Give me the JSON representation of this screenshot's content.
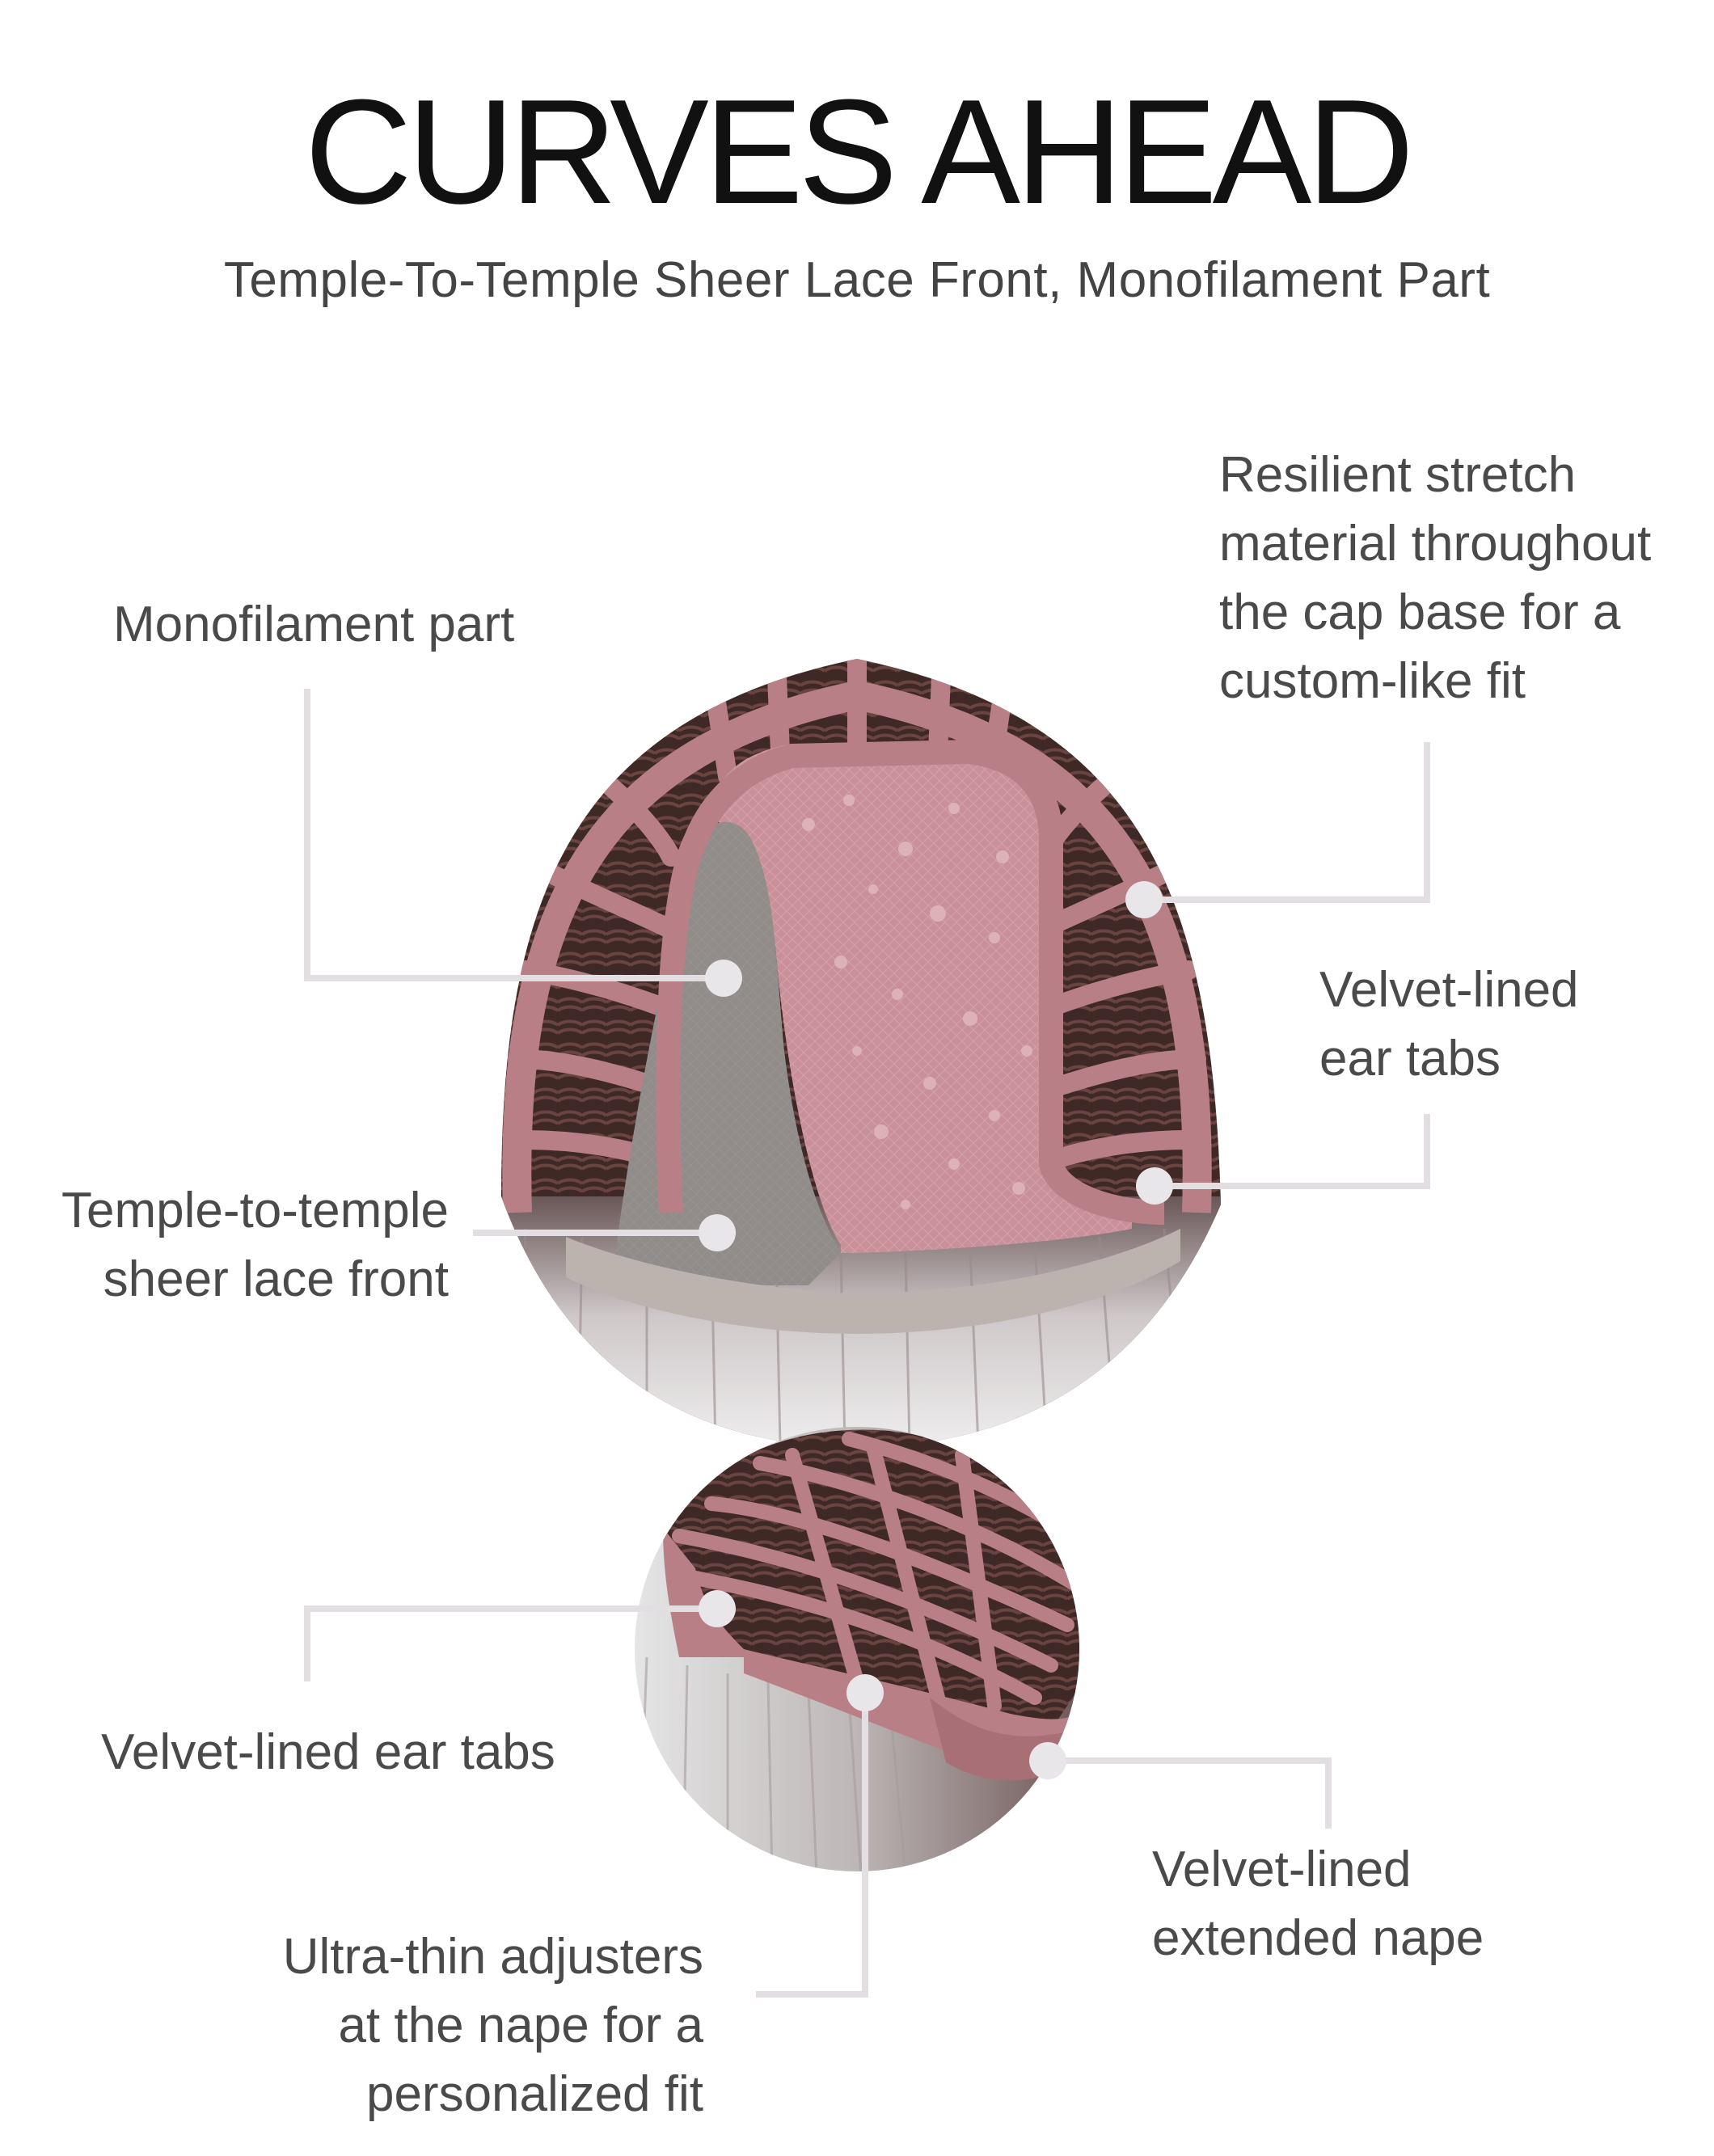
{
  "header": {
    "title": "CURVES AHEAD",
    "subtitle": "Temple-To-Temple Sheer Lace Front, Monofilament Part"
  },
  "callouts": {
    "monofilament_part": [
      "Monofilament part"
    ],
    "resilient_stretch": [
      "Resilient stretch",
      "material throughout",
      "the cap base for a",
      "custom-like fit"
    ],
    "velvet_ear_tabs_top": [
      "Velvet-lined",
      "ear tabs"
    ],
    "temple_lace_front": [
      "Temple-to-temple",
      "sheer lace front"
    ],
    "velvet_ear_tabs_bottom": [
      "Velvet-lined ear tabs"
    ],
    "velvet_nape": [
      "Velvet-lined",
      "extended nape"
    ],
    "adjusters": [
      "Ultra-thin adjusters",
      "at the nape for a",
      "personalized fit"
    ]
  },
  "colors": {
    "cap_pink": "#b97f86",
    "lace_pink": "#c99099",
    "hair_dark": "#4a2f2c",
    "hair_silver": "#cfcfcf",
    "lace_front_grey": "#8f8c8a",
    "leader_line": "#e2dee2",
    "marker_dot": "#e9e6ea"
  }
}
